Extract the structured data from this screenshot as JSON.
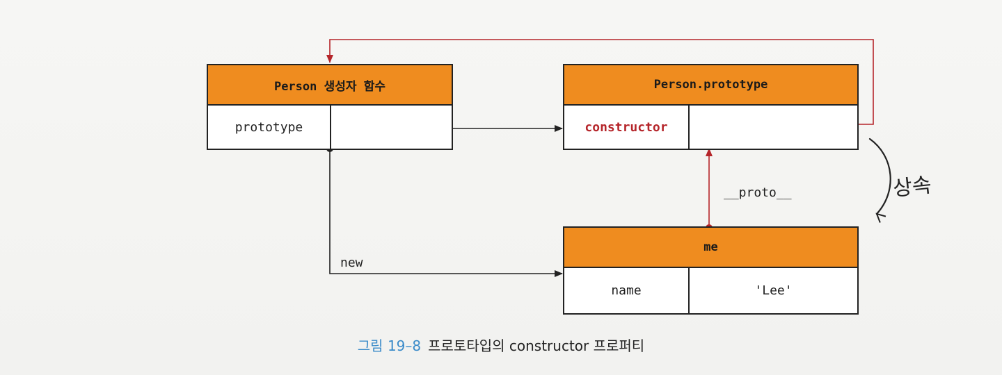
{
  "boxes": {
    "constructor_fn": {
      "title": "Person 생성자 함수",
      "key": "prototype",
      "value": ""
    },
    "prototype_obj": {
      "title": "Person.prototype",
      "key": "constructor",
      "value": ""
    },
    "instance": {
      "title": "me",
      "key": "name",
      "value": "'Lee'"
    }
  },
  "labels": {
    "new": "new",
    "proto": "__proto__",
    "inherit": "상속"
  },
  "caption": {
    "figure": "그림 19–8",
    "text": "프로토타입의 constructor 프로퍼티"
  },
  "colors": {
    "header": "#ef8c1f",
    "red_link": "#b5252a",
    "black_link": "#222222",
    "caption_figure": "#3a8bc9"
  }
}
